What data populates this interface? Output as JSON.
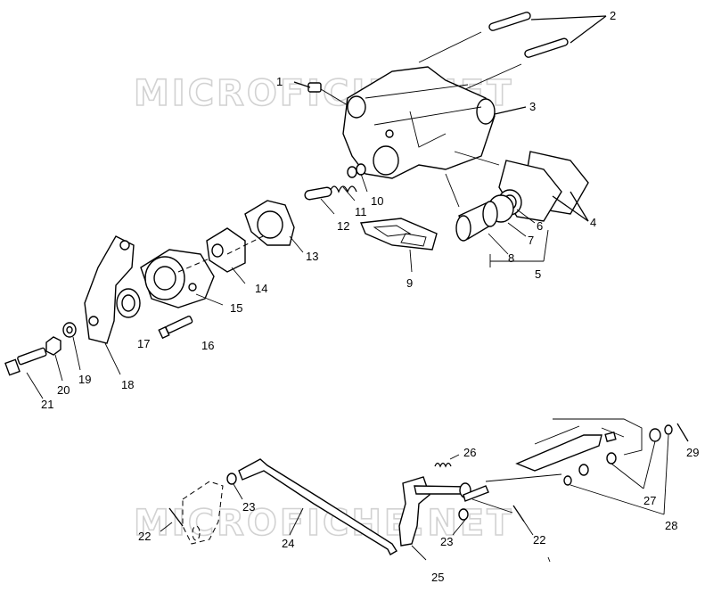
{
  "watermark": {
    "top": "MICROFICHE.NET",
    "bottom": "MICROFICHE.NET"
  },
  "callouts": [
    {
      "id": "c1",
      "text": "1"
    },
    {
      "id": "c2",
      "text": "2"
    },
    {
      "id": "c3",
      "text": "3"
    },
    {
      "id": "c4",
      "text": "4"
    },
    {
      "id": "c5",
      "text": "5"
    },
    {
      "id": "c6",
      "text": "6"
    },
    {
      "id": "c7",
      "text": "7"
    },
    {
      "id": "c8",
      "text": "8"
    },
    {
      "id": "c9",
      "text": "9"
    },
    {
      "id": "c10",
      "text": "10"
    },
    {
      "id": "c11",
      "text": "11"
    },
    {
      "id": "c12",
      "text": "12"
    },
    {
      "id": "c13",
      "text": "13"
    },
    {
      "id": "c14",
      "text": "14"
    },
    {
      "id": "c15",
      "text": "15"
    },
    {
      "id": "c16",
      "text": "16"
    },
    {
      "id": "c17",
      "text": "17"
    },
    {
      "id": "c18",
      "text": "18"
    },
    {
      "id": "c19",
      "text": "19"
    },
    {
      "id": "c20",
      "text": "20"
    },
    {
      "id": "c21",
      "text": "21"
    },
    {
      "id": "c22a",
      "text": "22"
    },
    {
      "id": "c22b",
      "text": "22"
    },
    {
      "id": "c23a",
      "text": "23"
    },
    {
      "id": "c23b",
      "text": "23"
    },
    {
      "id": "c24",
      "text": "24"
    },
    {
      "id": "c25",
      "text": "25"
    },
    {
      "id": "c26",
      "text": "26"
    },
    {
      "id": "c27",
      "text": "27"
    },
    {
      "id": "c28",
      "text": "28"
    },
    {
      "id": "c29",
      "text": "29"
    }
  ]
}
